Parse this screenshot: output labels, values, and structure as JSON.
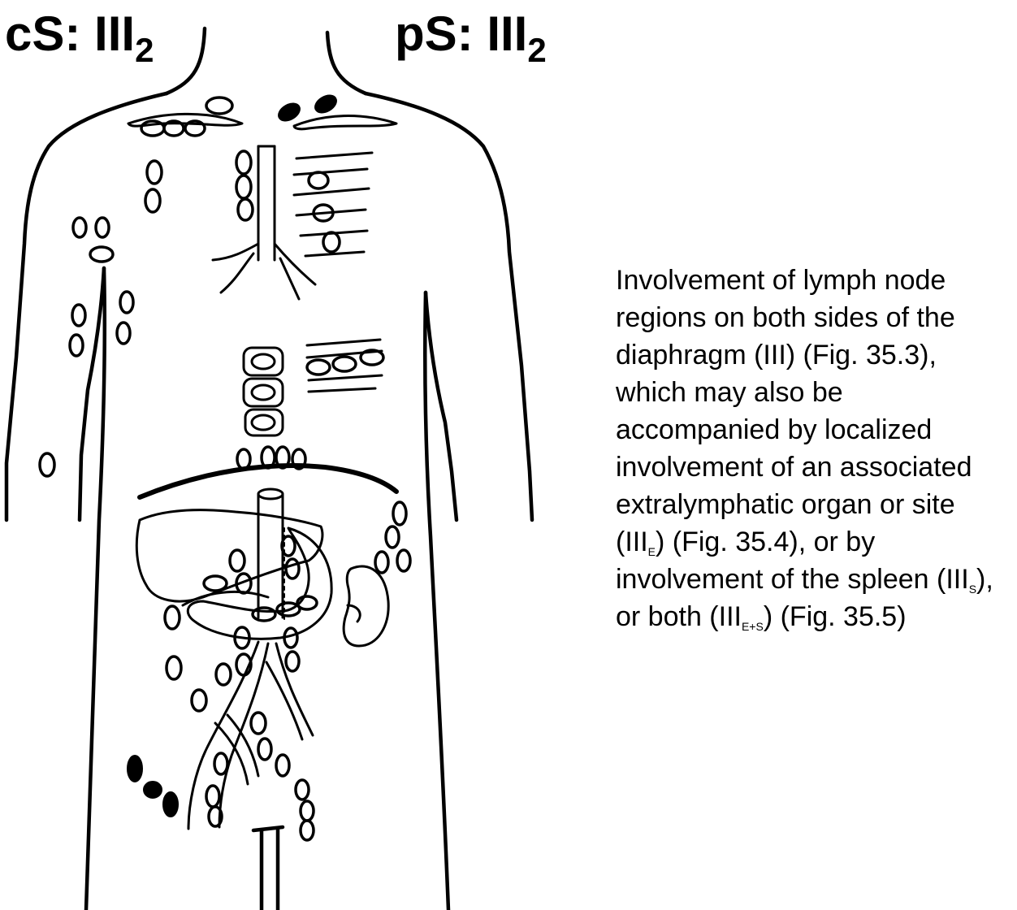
{
  "labels": {
    "clinical": {
      "prefix": "cS: III",
      "sub": "2"
    },
    "pathological": {
      "prefix": "pS: III",
      "sub": "2"
    }
  },
  "caption": {
    "p1": "Involvement of lymph node regions on both sides of the diaphragm (III) (Fig. 35.3), which may also be accompanied by localized involvement of an associated extralymphatic organ or site (III",
    "s1": "E",
    "p2": ") (Fig. 35.4), or by involvement of the spleen (III",
    "s2": "S",
    "p3": "), or both (III",
    "s3": "E+S",
    "p4": ") (Fig. 35.5)"
  },
  "colors": {
    "ink": "#000000",
    "paper": "#ffffff"
  }
}
